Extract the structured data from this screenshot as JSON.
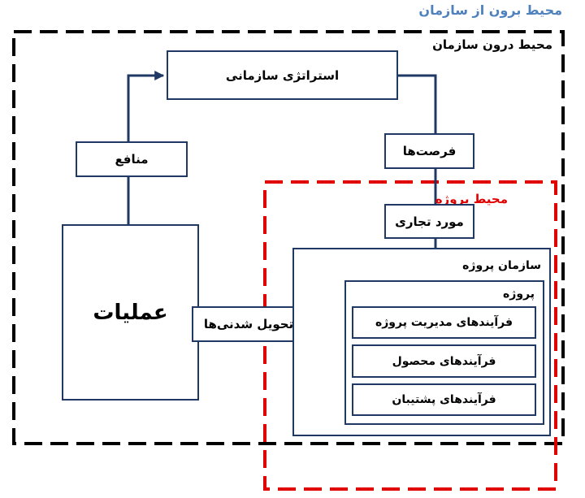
{
  "environments": {
    "outside_org": "محیط برون از سازمان",
    "inside_org": "محیط درون سازمان",
    "project_env": "محیط پروژه"
  },
  "boxes": {
    "strategy": "استراتژی سازمانی",
    "benefits": "منافع",
    "opportunities": "فرصت‌ها",
    "business_case": "مورد تجاری",
    "operations": "عملیات",
    "deliverables": "تحویل شدنی‌ها"
  },
  "project_org": {
    "title": "سازمان پروژه",
    "project": {
      "title": "پروژه",
      "processes": [
        "فرآیندهای مدیریت پروژه",
        "فرآیندهای محصول",
        "فرآیندهای پشتیبان"
      ]
    }
  },
  "colors": {
    "outside_label": "#4f81bd",
    "inner_border": "#000000",
    "project_border": "#e00000",
    "box_border": "#1f3864",
    "arrow": "#1f3864"
  }
}
